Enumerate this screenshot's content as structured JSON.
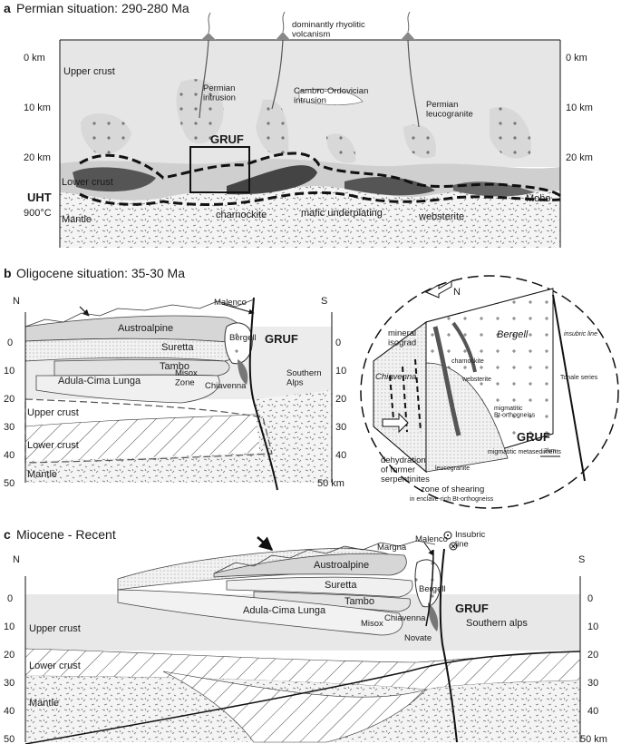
{
  "panel_a": {
    "letter": "a",
    "title": "Permian situation: 290-280 Ma",
    "depth_ticks": [
      "0 km",
      "10 km",
      "20 km"
    ],
    "labels": {
      "volcanism": "dominantly rhyolitic\nvolcanism",
      "upper_crust": "Upper crust",
      "permian_intrusion": "Permian\nintrusion",
      "cambro": "Cambro-Ordovician\nintrusion",
      "permian_leucogranite": "Permian\nleucogranite",
      "gruf": "GRUF",
      "lower_crust": "Lower crust",
      "uht": "UHT",
      "temp": "900°C",
      "mantle": "Mantle",
      "charnockite": "charnockite",
      "mafic_underplating": "mafic underplating",
      "websterite": "websterite",
      "moho": "Moho"
    }
  },
  "panel_b": {
    "letter": "b",
    "title": "Oligocene situation: 35-30 Ma",
    "left_axis": [
      "0",
      "10",
      "20",
      "30",
      "40",
      "50"
    ],
    "right_axis": [
      "0",
      "10",
      "20",
      "30",
      "40",
      "50 km"
    ],
    "north": "N",
    "south": "S",
    "labels": {
      "malenco": "Malenco",
      "austroalpine": "Austroalpine",
      "suretta": "Suretta",
      "bergell": "Bergell",
      "gruf": "GRUF",
      "tambo": "Tambo",
      "adula": "Adula-Cima Lunga",
      "misox": "Misox\nZone",
      "chiavenna": "Chiavenna",
      "southern_alps": "Southern\nAlps",
      "upper_crust": "Upper crust",
      "lower_crust": "Lower crust",
      "mantle": "Mantle"
    },
    "inset": {
      "north": "N",
      "mineral_isograd": "mineral\nisograd",
      "bergell": "Bergell",
      "insubric": "insubric line",
      "chiavenna": "Chiavenna",
      "charnockite": "charnockite",
      "websterite": "websterite",
      "tonale": "Tonale series",
      "bt_orthogneiss": "migmatitic\nBt-orthogneiss",
      "gruf": "GRUF",
      "migmatitic_metasediments": "migmatitic metasediments",
      "leucogranite": "leucogranite",
      "scale": "2km",
      "dehydration": "dehydration\nof former\nserpentinites",
      "shearing": "zone of shearing",
      "shearing_sub": "in enclave-rich Bt-orthogneiss"
    }
  },
  "panel_c": {
    "letter": "c",
    "title": "Miocene - Recent",
    "left_axis": [
      "0",
      "10",
      "20",
      "30",
      "40",
      "50"
    ],
    "right_axis": [
      "0",
      "10",
      "20",
      "30",
      "40",
      "50 km"
    ],
    "north": "N",
    "south": "S",
    "labels": {
      "malenco": "Malenco",
      "insubric": "Insubric\nline",
      "margna": "Margna",
      "austroalpine": "Austroalpine",
      "suretta": "Suretta",
      "tambo": "Tambo",
      "bergell": "Bergell",
      "gruf": "GRUF",
      "adula": "Adula-Cima Lunga",
      "misox": "Misox",
      "chiavenna": "Chiavenna",
      "novate": "Novate",
      "southern_alps": "Southern alps",
      "upper_crust": "Upper crust",
      "lower_crust": "Lower crust",
      "mantle": "Mantle"
    }
  }
}
